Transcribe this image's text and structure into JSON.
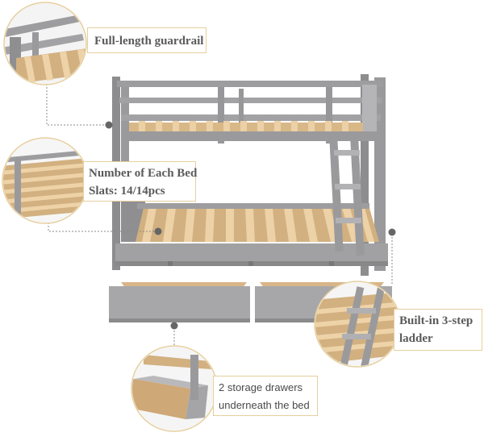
{
  "image": {
    "subject": "grey wooden twin-over-full bunk bed with trundle storage drawers",
    "colors": {
      "frame": "#9a9a9c",
      "frame_dark": "#7e7e80",
      "slat": "#e8c79a",
      "slat_shadow": "#c9a676",
      "callout_border": "#e6cf9e",
      "leader_line": "#888888"
    }
  },
  "callouts": {
    "guardrail": {
      "lines": [
        "Full-length guardrail"
      ]
    },
    "slats": {
      "lines": [
        "Number of Each Bed",
        "Slats: 14/14pcs"
      ]
    },
    "ladder": {
      "lines": [
        "Built-in 3-step",
        "ladder"
      ]
    },
    "drawers": {
      "lines": [
        "2 storage drawers",
        "underneath the bed"
      ]
    }
  }
}
